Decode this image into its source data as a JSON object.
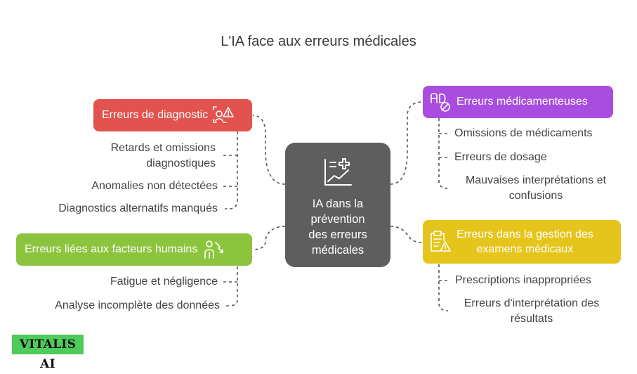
{
  "title": "L'IA face aux erreurs médicales",
  "center": {
    "text": "IA dans la\nprévention\ndes erreurs\nmédicales",
    "color": "#5e5e5e"
  },
  "branches": [
    {
      "label": "Erreurs de diagnostic",
      "color": "#e2534f",
      "icon": "diagnosis-warning-icon",
      "items": [
        "Retards et omissions\ndiagnostiques",
        "Anomalies non détectées",
        "Diagnostics alternatifs manqués"
      ]
    },
    {
      "label": "Erreurs liées aux facteurs humains",
      "color": "#8cc43e",
      "icon": "person-fatigue-icon",
      "items": [
        "Fatigue et négligence",
        "Analyse incomplète des données"
      ]
    },
    {
      "label": "Erreurs médicamenteuses",
      "color": "#a94de0",
      "icon": "medication-no-icon",
      "items": [
        "Omissions de médicaments",
        "Erreurs de dosage",
        "Mauvaises interprétations et\nconfusions"
      ]
    },
    {
      "label": "Erreurs dans la gestion des\nexamens médicaux",
      "color": "#e5c51c",
      "icon": "clipboard-warning-icon",
      "items": [
        "Prescriptions inappropriées",
        "Erreurs d'interprétation des\nrésultats"
      ]
    }
  ],
  "logo": "VITALIS AI"
}
